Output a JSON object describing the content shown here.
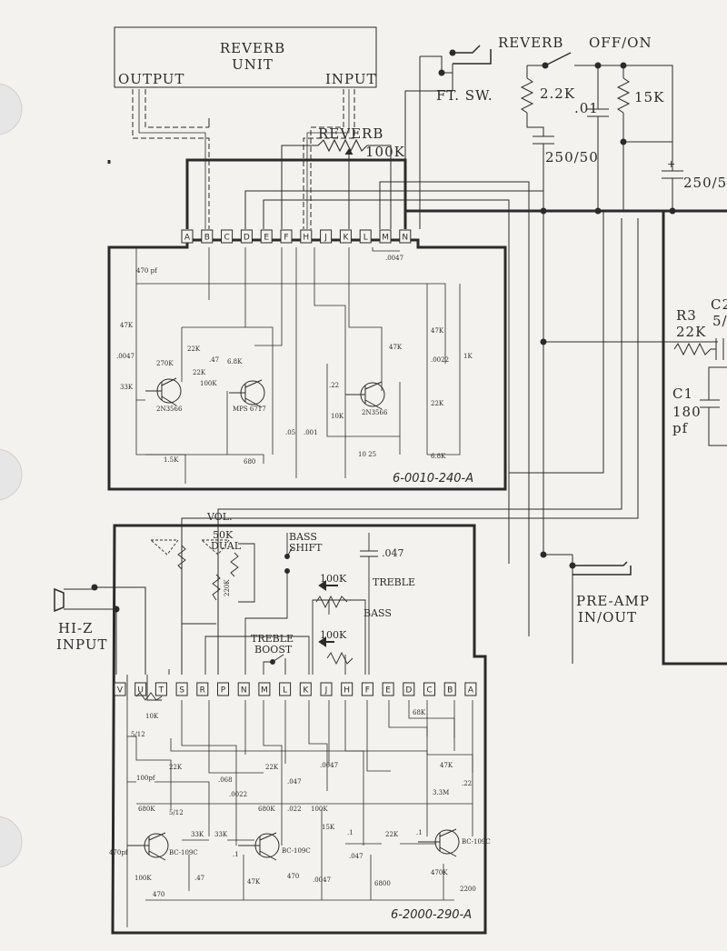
{
  "labels": {
    "reverb_unit_line1": "REVERB",
    "reverb_unit_line2": "UNIT",
    "output": "OUTPUT",
    "input": "INPUT",
    "reverb_switch": "REVERB",
    "off_on": "OFF/ON",
    "ft_sw": "FT. SW.",
    "res_2_2k": "2.2K",
    "cap_01": ".01",
    "res_15k": "15K",
    "reverb_pot": "REVERB",
    "pot_100k": "100K",
    "cap_250_50_a": "250/50",
    "cap_250_50_b": "250/5",
    "r3": "R3",
    "r3_value": "22K",
    "c2": "C2",
    "c2_value": "5/",
    "c1": "C1",
    "c1_value": "180",
    "c1_unit": "pf",
    "vol": "VOL.",
    "dual_50k_1": "50K",
    "dual_50k_2": "DUAL",
    "bass_shift_1": "BASS",
    "bass_shift_2": "SHIFT",
    "treble_cap": ".047",
    "treble_pot": "100K",
    "treble": "TREBLE",
    "bass": "BASS",
    "bass_pot": "100K",
    "treble_boost_1": "TREBLE",
    "treble_boost_2": "BOOST",
    "res_220k": "220K",
    "hiz_1": "HI-Z",
    "hiz_2": "INPUT",
    "preamp_1": "PRE-AMP",
    "preamp_2": "IN/OUT",
    "board1_code": "6-0010-240-A",
    "board2_code": "6-2000-290-A"
  },
  "board1": {
    "pins": [
      "A",
      "B",
      "C",
      "D",
      "E",
      "F",
      "H",
      "J",
      "K",
      "L",
      "M",
      "N"
    ],
    "parts": {
      "c470pf": "470 pf",
      "c0047_top": ".0047",
      "r47k_a": "47K",
      "c0047_left": ".0047",
      "r270k": "270K",
      "r22k_a": "22K",
      "c47": ".47",
      "r22k_b": "22K",
      "r6_8k_a": "6.8K",
      "r33k": "33K",
      "q1": "2N3566",
      "r100k": "100K",
      "q2": "MPS 6717",
      "r1_5k": "1.5K",
      "r680": "680",
      "c05": ".05",
      "c001": ".001",
      "c22": ".22",
      "r10k": "10K",
      "q3": "2N3566",
      "c10_25": "10 25",
      "r47k_b": "47K",
      "r47k_c": "47K",
      "c0022": ".0022",
      "r1k": "1K",
      "r22k_c": "22K",
      "r6_8k_b": "6.8K"
    }
  },
  "board2": {
    "pins": [
      "V",
      "U",
      "T",
      "S",
      "R",
      "P",
      "N",
      "M",
      "L",
      "K",
      "J",
      "H",
      "F",
      "E",
      "D",
      "C",
      "B",
      "A"
    ],
    "parts": {
      "r10k": "10K",
      "c5_12_a": "5/12",
      "r68k": "68K",
      "c100pf": "100pf",
      "r22k_a": "22K",
      "c068": ".068",
      "r22k_b": "22K",
      "c047_a": ".047",
      "c0047": ".0047",
      "r47k_a": "47K",
      "c22": ".22",
      "r680k_a": "680K",
      "c5_12_b": "5/12",
      "c0022": ".0022",
      "r680k_b": "680K",
      "c022": ".022",
      "r100k_a": "100K",
      "r3_3m": "3.3M",
      "r15k": "15K",
      "c1_a": ".1",
      "r22k_c": "22K",
      "c1_b": ".1",
      "c470pf": "470pf",
      "r33k_a": "33K",
      "r33k_b": "33K",
      "c1_c": ".1",
      "q1": "BC-109C",
      "q2": "BC-109C",
      "q3": "BC-109C",
      "c047_b": ".047",
      "r470k": "470K",
      "r100k_b": "100K",
      "r470_a": "470",
      "c47": ".47",
      "r47k_b": "47K",
      "r470_b": "470",
      "c0047_b": ".0047",
      "r6800": "6800",
      "r2200": "2200"
    }
  },
  "colors": {
    "ink": "#2b2b2b",
    "paper": "#f4f2ee",
    "hole": "#e6e6e6"
  }
}
